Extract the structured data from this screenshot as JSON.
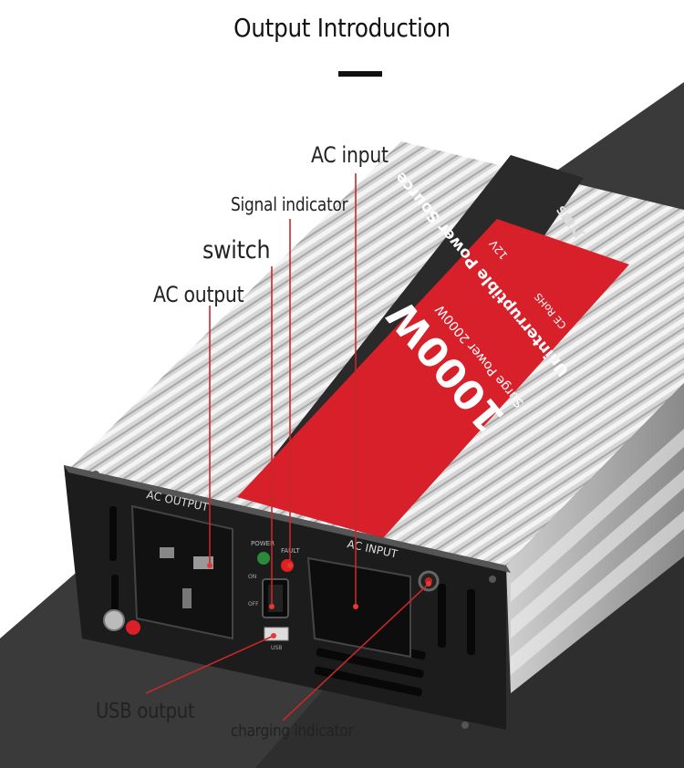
{
  "title": "Output Introduction",
  "callouts": {
    "ac_input": "AC input",
    "signal_indicator": "Signal indicator",
    "switch": "switch",
    "ac_output": "AC output",
    "usb_output": "USB output",
    "charging_indicator": "charging indicator"
  },
  "device": {
    "brand": "JYINS",
    "product_name": "Uninterruptible Power Source",
    "power": "1000W",
    "surge": "Surge Power 2000W",
    "voltage": "12V",
    "certs": "CE RoHS",
    "ac_output_label": "AC OUTPUT",
    "ac_input_label": "AC INPUT",
    "power_led_label": "POWER",
    "fault_led_label": "FAULT",
    "switch_on": "ON",
    "switch_off": "OFF",
    "usb_label": "USB"
  },
  "colors": {
    "accent_red": "#d8202a",
    "led_green": "#2a8a3a",
    "led_red": "#e02020",
    "panel_dark": "#1c1c1c"
  }
}
